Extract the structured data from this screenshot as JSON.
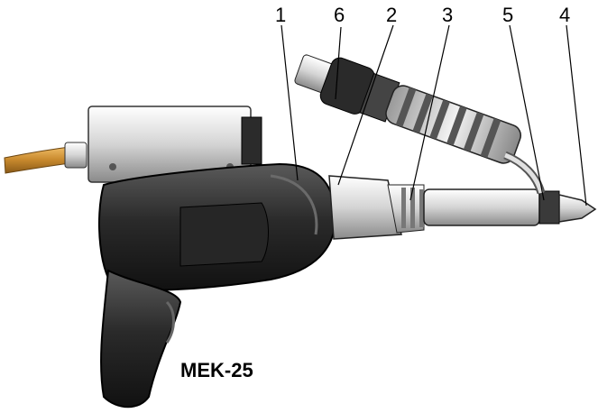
{
  "model": "MEK-25",
  "callouts": [
    {
      "id": "c1",
      "label": "1"
    },
    {
      "id": "c6",
      "label": "6"
    },
    {
      "id": "c2",
      "label": "2"
    },
    {
      "id": "c3",
      "label": "3"
    },
    {
      "id": "c5",
      "label": "5"
    },
    {
      "id": "c4",
      "label": "4"
    }
  ],
  "colors": {
    "body": "#1f1f1f",
    "metal": "#d9d9d9",
    "copper": "#c98a2e",
    "outline": "#000000"
  }
}
